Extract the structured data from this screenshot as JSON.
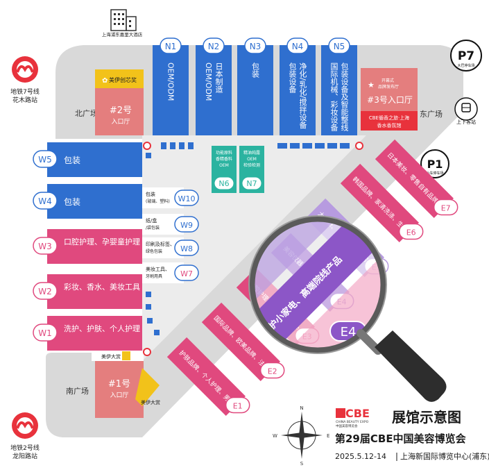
{
  "colors": {
    "blue": "#2f6fcf",
    "pink": "#e0497e",
    "purple": "#8c56c7",
    "teal": "#2bb3a0",
    "salmon": "#e47e7e",
    "red": "#e8323c",
    "gray": "#d8d8d8",
    "yellow": "#f2c21a",
    "lavender": "#b79be0"
  },
  "landmark": {
    "icon": "building-icon",
    "label": "上海浦东嘉里大酒店"
  },
  "metro7": {
    "icon": "metro-icon",
    "line": "地铁7号线",
    "station": "花木路站"
  },
  "metro2": {
    "icon": "metro-icon",
    "line": "地铁2号线",
    "station": "龙阳路站"
  },
  "parking_p7": {
    "code": "P7",
    "label": "大巴停车场"
  },
  "parking_p1": {
    "code": "P1",
    "label": "小车停车场"
  },
  "bus": {
    "icon": "bus-icon",
    "label": "上下客站"
  },
  "north_plaza": "北广场",
  "east_plaza": "东广场",
  "south_plaza": "南广场",
  "entrance2": {
    "name": "#2号",
    "sub": "入口厅",
    "sign": "美伊创芯奖"
  },
  "entrance3": {
    "name": "#3号入口厅",
    "top": "开幕式",
    "top2": "品牌发布厅",
    "bottom1": "CBE循香之旅·上海",
    "bottom2": "香水香氛馆"
  },
  "entrance1": {
    "name": "#1号",
    "sub": "入口厅"
  },
  "meiyi_top": "美伊大赏",
  "meiyi_bottom": "美伊大赏",
  "north_halls": [
    {
      "code": "N1",
      "lines": [
        "OEM/ODM"
      ]
    },
    {
      "code": "N2",
      "lines": [
        "OEM/ODM",
        "日本制造"
      ]
    },
    {
      "code": "N3",
      "lines": [
        "包装"
      ]
    },
    {
      "code": "N4",
      "lines": [
        "包装设备",
        "净化/乳化/搅拌设备"
      ]
    },
    {
      "code": "N5",
      "lines": [
        "国际机械、彩妆设备",
        "包装设备及智能整线"
      ]
    }
  ],
  "west_halls": [
    {
      "code": "W5",
      "label": "包装"
    },
    {
      "code": "W4",
      "label": "包装"
    },
    {
      "code": "W3",
      "label": "口腔护理、孕婴童护理"
    },
    {
      "code": "W2",
      "label": "彩妆、香水、美妆工具"
    },
    {
      "code": "W1",
      "label": "洗护、护肤、个人护理"
    }
  ],
  "inner_halls": [
    {
      "code": "W10",
      "label": "包装",
      "sub": "(玻璃、塑料)"
    },
    {
      "code": "W9",
      "label": "纸/盒",
      "sub": "/袋包装"
    },
    {
      "code": "W8",
      "label": "印刷及标签、",
      "sub": "绿色包装"
    },
    {
      "code": "W7",
      "label": "美妆工具、",
      "sub": "牙刷用具"
    }
  ],
  "n6": {
    "code": "N6",
    "lines": [
      "功能原料",
      "香精香料",
      "OEM"
    ]
  },
  "n7": {
    "code": "N7",
    "lines": [
      "精油纯露",
      "OEM",
      "检验检测"
    ]
  },
  "east_halls": [
    {
      "code": "E7",
      "label": "日本美妆、零售自有品牌"
    },
    {
      "code": "E6",
      "label": "韩国品牌、家清洗涤、生活用纸"
    },
    {
      "code": "E5",
      "label": "大健康、美护设备、美容院线、皮肤管理"
    },
    {
      "code": "E4",
      "label": "美容仪器、个护小家电、高端院线产品"
    },
    {
      "code": "E3",
      "label": "口腔护理、洗护、个人护理"
    },
    {
      "code": "E2",
      "label": "国际品牌、欧美品牌、法国国家馆"
    },
    {
      "code": "E1",
      "label": "护肤品牌、个人护理、男士护理"
    }
  ],
  "brand": {
    "logo": "CBE",
    "logo_sub1": "CHINA BEAUTY EXPO",
    "logo_sub2": "中国美容博览会"
  },
  "title": "展馆示意图",
  "subtitle": "第29届CBE中国美容博览会",
  "dates": "2025.5.12-14",
  "venue": "上海新国际博览中心(浦东)",
  "compass": {
    "n": "N",
    "s": "S",
    "e": "E",
    "w": "W"
  }
}
